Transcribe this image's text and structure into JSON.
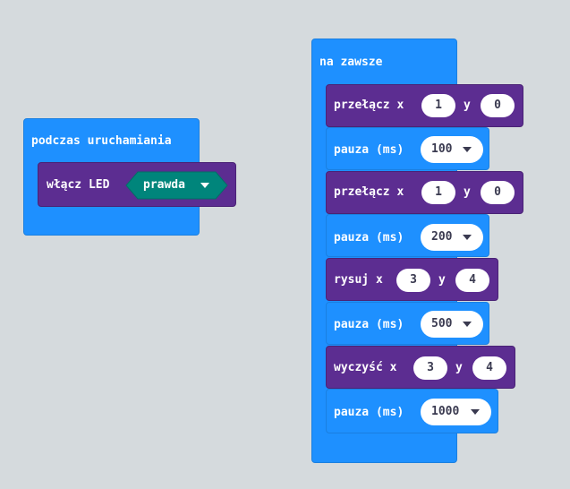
{
  "on_start": {
    "header": "podczas uruchamiania",
    "led_label": "włącz LED",
    "led_value": "prawda"
  },
  "forever": {
    "header": "na zawsze",
    "toggle1": {
      "label": "przełącz x",
      "x": "1",
      "y_label": "y",
      "y": "0"
    },
    "pause1": {
      "label": "pauza (ms)",
      "value": "100"
    },
    "toggle2": {
      "label": "przełącz x",
      "x": "1",
      "y_label": "y",
      "y": "0"
    },
    "pause2": {
      "label": "pauza (ms)",
      "value": "200"
    },
    "plot": {
      "label": "rysuj x",
      "x": "3",
      "y_label": "y",
      "y": "4"
    },
    "pause3": {
      "label": "pauza (ms)",
      "value": "500"
    },
    "unplot": {
      "label": "wyczyść x",
      "x": "3",
      "y_label": "y",
      "y": "4"
    },
    "pause4": {
      "label": "pauza (ms)",
      "value": "1000"
    }
  },
  "colors": {
    "workspace": "#eceff1",
    "basic_blocks": "#1e90ff",
    "led_blocks": "#5c2d91",
    "logic_value": "#00857b"
  }
}
